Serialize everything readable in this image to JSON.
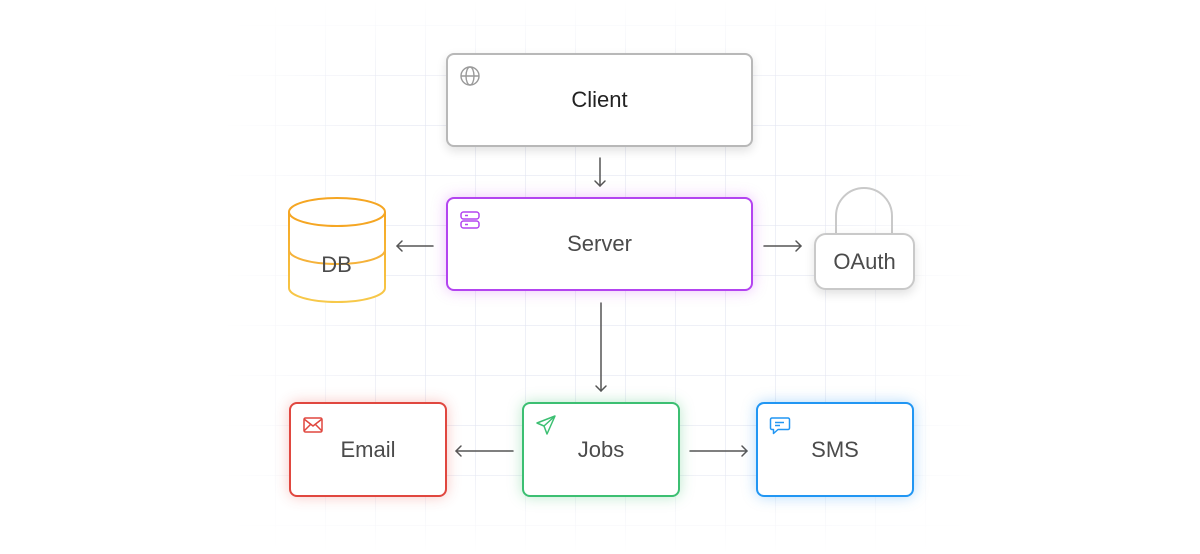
{
  "nodes": {
    "client": {
      "label": "Client",
      "icon": "globe-icon"
    },
    "server": {
      "label": "Server",
      "icon": "server-icon"
    },
    "db": {
      "label": "DB",
      "icon": "database-cylinder"
    },
    "oauth": {
      "label": "OAuth",
      "icon": "padlock-shape"
    },
    "jobs": {
      "label": "Jobs",
      "icon": "send-icon"
    },
    "email": {
      "label": "Email",
      "icon": "mail-icon"
    },
    "sms": {
      "label": "SMS",
      "icon": "message-icon"
    }
  },
  "colors": {
    "client": "#b8b8b8",
    "server": "#b344f0",
    "db": "#f5a623",
    "oauth": "#c9c9c9",
    "jobs": "#3cbf72",
    "email": "#e0473f",
    "sms": "#2196f3",
    "arrow": "#555555"
  },
  "edges": [
    {
      "from": "client",
      "to": "server"
    },
    {
      "from": "server",
      "to": "db"
    },
    {
      "from": "server",
      "to": "oauth"
    },
    {
      "from": "server",
      "to": "jobs"
    },
    {
      "from": "jobs",
      "to": "email"
    },
    {
      "from": "jobs",
      "to": "sms"
    }
  ]
}
